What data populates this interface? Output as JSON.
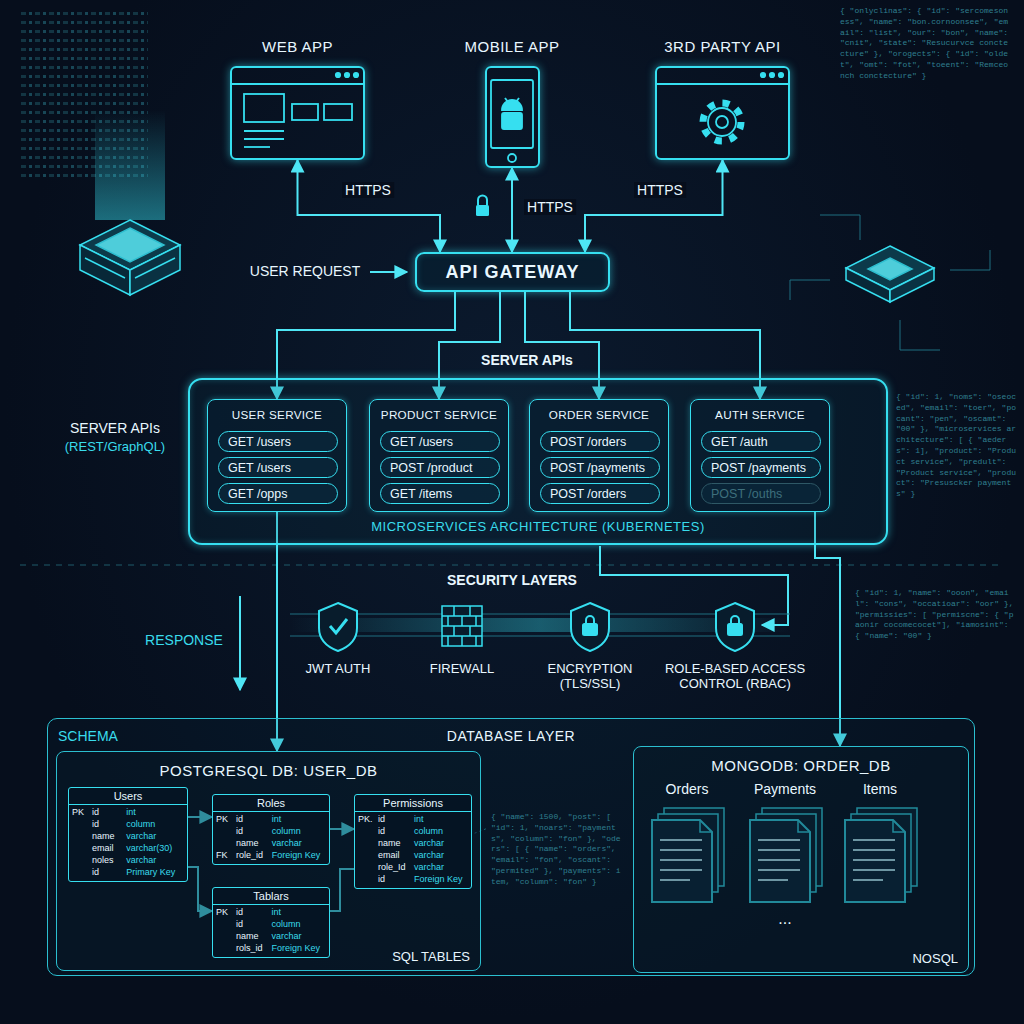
{
  "diagram": {
    "nodes": [
      {
        "text": [
          "WEB APP"
        ]
      },
      {
        "text": [
          "MOBILE APP"
        ]
      },
      {
        "text": [
          "3RD PARTY API"
        ]
      },
      {
        "text": [
          "API GATEWAY"
        ]
      },
      {
        "text": [
          "MICROSERVICES ARCHITECTURE (KUBERNETES)"
        ]
      },
      {
        "text": [
          "USER SERVICE"
        ],
        "in": 4
      },
      {
        "text": [
          "GET /users"
        ],
        "in": 5
      },
      {
        "text": [
          "GET /users"
        ],
        "in": 5
      },
      {
        "text": [
          "GET /opps"
        ],
        "in": 5
      },
      {
        "text": [
          "PRODUCT SERVICE"
        ],
        "in": 4
      },
      {
        "text": [
          "GET /users"
        ],
        "in": 9
      },
      {
        "text": [
          "POST /product"
        ],
        "in": 9
      },
      {
        "text": [
          "GET /items"
        ],
        "in": 9
      },
      {
        "text": [
          "ORDER SERVICE"
        ],
        "in": 4
      },
      {
        "text": [
          "POST /orders"
        ],
        "in": 13
      },
      {
        "text": [
          "POST /payments"
        ],
        "in": 13
      },
      {
        "text": [
          "POST /orders"
        ],
        "in": 13
      },
      {
        "text": [
          "AUTH SERVICE"
        ],
        "in": 4
      },
      {
        "text": [
          "GET /auth"
        ],
        "in": 17
      },
      {
        "text": [
          "POST /payments"
        ],
        "in": 17
      },
      {
        "text": [
          "POST /ouths"
        ],
        "in": 17
      },
      {
        "text": [
          "SCHEMA",
          "DATABASE LAYER"
        ]
      },
      {
        "text": [
          "POSTGRESQL DB: USER_DB",
          "SQL TABLES"
        ],
        "in": 21
      },
      {
        "text": [
          "Users",
          "PK",
          "id",
          "int",
          "id",
          "column",
          "name",
          "varchar",
          "email",
          "varchar(30)",
          "noles",
          "varchar",
          "id",
          "Primary Key"
        ],
        "in": 22
      },
      {
        "text": [
          "Roles",
          "PK",
          "id",
          "int",
          "id",
          "column",
          "name",
          "varchar",
          "FK",
          "role_id",
          "Foreign Key"
        ],
        "in": 22
      },
      {
        "text": [
          "Permissions",
          "PK.",
          "id",
          "int",
          "id",
          "column",
          "name",
          "varchar",
          "email",
          "varchar",
          "role_Id",
          "varchar",
          "id",
          "Foreign Key"
        ],
        "in": 22
      },
      {
        "text": [
          "Tablars",
          "PK",
          "id",
          "int",
          "id",
          "column",
          "name",
          "varchar",
          "rols_id",
          "Foreign Key"
        ],
        "in": 22
      },
      {
        "text": [
          "MONGODB: ORDER_DB",
          "NOSQL"
        ],
        "in": 21
      }
    ],
    "edges": [
      {
        "from": 3,
        "to": 0,
        "arrow": "both",
        "label": "HTTPS"
      },
      {
        "from": 3,
        "to": 1,
        "arrow": "both",
        "label": "HTTPS"
      },
      {
        "from": 3,
        "to": 2,
        "arrow": "both",
        "label": "HTTPS"
      },
      {
        "from": 3,
        "to": 5,
        "arrow": "to"
      },
      {
        "from": 3,
        "to": 9,
        "arrow": "to"
      },
      {
        "from": 3,
        "to": 13,
        "arrow": "to"
      },
      {
        "from": 3,
        "to": 17,
        "arrow": "to"
      },
      {
        "from": 5,
        "to": 22,
        "arrow": "to"
      },
      {
        "from": 17,
        "to": 27,
        "arrow": "to"
      },
      {
        "from": 23,
        "to": 24,
        "arrow": "to"
      },
      {
        "from": 24,
        "to": 25,
        "arrow": "to"
      },
      {
        "from": 23,
        "to": 26,
        "arrow": "to"
      },
      {
        "from": 26,
        "to": 25,
        "arrow": "none"
      }
    ],
    "labels": [
      "USER REQUEST",
      "SERVER APIs",
      "SERVER APIs",
      "(REST/GraphQL)",
      "SECURITY LAYERS",
      "RESPONSE",
      "JWT AUTH",
      "FIREWALL",
      "ENCRYPTION (TLS/SSL)",
      "ROLE-BASED ACCESS CONTROL (RBAC)",
      "Orders",
      "Payments",
      "Items",
      "...",
      "{ \"onlyclinas\": { \"id\": \"sercomesoness\", \"name\": \"bon.cornoonsee\", \"email\": \"list\", \"our\": \"bon\", \"name\": \"cnit\", \"state\": \"Resucurvce conctecture\" }, \"orogects\": { \"id\": \"oldet\", \"omt\": \"fot\", \"toeent\": \"Remceonch conctecture\" }",
      "{ \"id\": 1, \"noms\": \"oseoced\", \"email\": \"toer\", \"pocant\": \"pen\", \"oscamt\": \"00\" }, \"microservices architecture\": [ { \"aeders\": 1], \"product\": \"Product service\", \"predult\": \"Product service\", \"product\": \"Presuscker payments\" }",
      "{ \"id\": 1, \"name\": \"ooon\", \"email\": \"cons\", \"occatioar\": \"oor\" }, \"permissies\": [ \"permiscne\": { \"paonir cocomecocet\"], \"iamosint\": { \"name\": \"00\" }",
      "{ \"name\": 1500, \"post\": [ \"id\": 1, \"noars\": \"payments\", \"column\": \"fon\" }, \"oders\": [ { \"name\": \"orders\", \"email\": \"fon\", \"oscant\": \"permited\" }, \"payments\": item, \"column\": \"fon\" }"
    ]
  }
}
